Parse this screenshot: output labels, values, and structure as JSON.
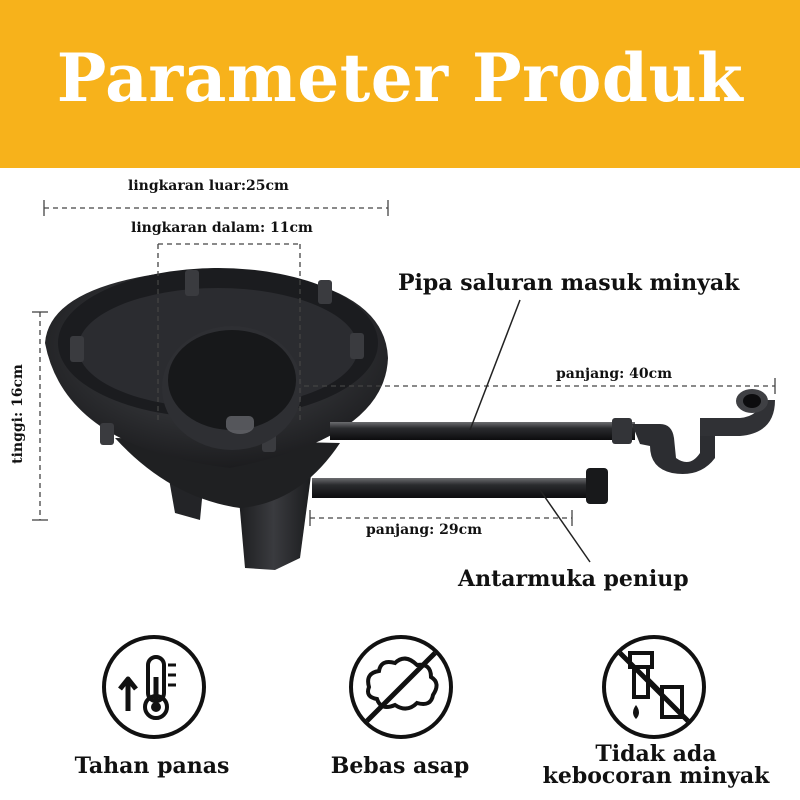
{
  "banner": {
    "title": "Parameter Produk",
    "background_color": "#f7b21b"
  },
  "dimensions": {
    "outer_ring": "lingkaran luar:25cm",
    "inner_ring": "lingkaran dalam: 11cm",
    "height": "tinggi: 16cm",
    "length_top": "panjang: 40cm",
    "length_bottom": "panjang: 29cm"
  },
  "callouts": {
    "oil_inlet": "Pipa saluran masuk minyak",
    "blower": "Antarmuka peniup"
  },
  "features": [
    {
      "icon": "thermometer-up-icon",
      "label": "Tahan panas"
    },
    {
      "icon": "no-smoke-icon",
      "label": "Bebas asap"
    },
    {
      "icon": "no-oil-leak-icon",
      "label": "Tidak ada kebocoran minyak",
      "line1": "Tidak ada",
      "line2": "kebocoran minyak"
    }
  ]
}
